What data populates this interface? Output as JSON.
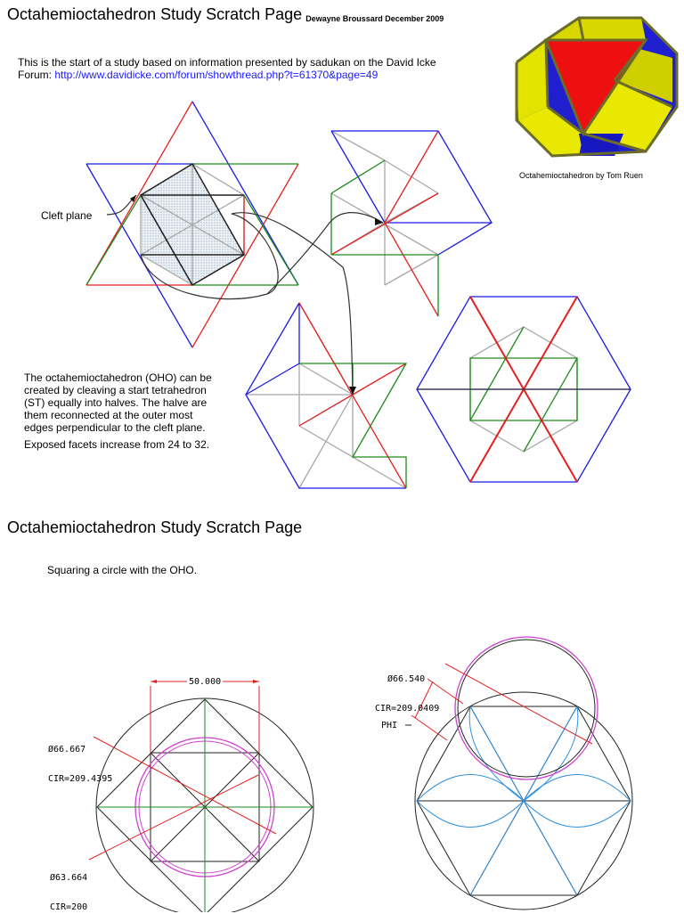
{
  "page1": {
    "title": "Octahemioctahedron Study Scratch Page",
    "byline": "Dewayne Broussard December 2009",
    "intro": "This is the start of a study based on information presented by sadukan on the David Icke",
    "forum_prefix": "Forum: ",
    "forum_link": "http://www.davidicke.com/forum/showthread.php?t=61370&page=49",
    "photo_caption": "Octahemioctahedron by Tom Ruen",
    "cleft_label": "Cleft plane",
    "body_lines": [
      "The octahemioctahedron (OHO) can be",
      "created by cleaving a start tetrahedron",
      "(ST) equally into halves.  The halve are",
      "them reconnected at the outer most",
      "edges perpendicular to the cleft plane."
    ],
    "facets": "Exposed facets increase from 24 to 32."
  },
  "page2": {
    "title": "Octahemioctahedron Study Scratch Page",
    "subtitle": "Squaring a circle with the OHO.",
    "dim_width": "50.000",
    "left_outer_dia": "Ø66.667",
    "left_outer_cir": "CIR=209.4395",
    "left_inner_dia": "Ø63.664",
    "left_inner_cir": "CIR=200",
    "right_dia": "Ø66.540",
    "right_cir": "CIR=209.0409",
    "phi_label": "PHI"
  },
  "colors": {
    "red": "#e32020",
    "blue": "#1a1ae0",
    "green": "#1d8a1d",
    "grey": "#a8a8a8",
    "magenta": "#d040d0",
    "light_blue": "#2d8fe0",
    "link": "#1a1aff"
  }
}
